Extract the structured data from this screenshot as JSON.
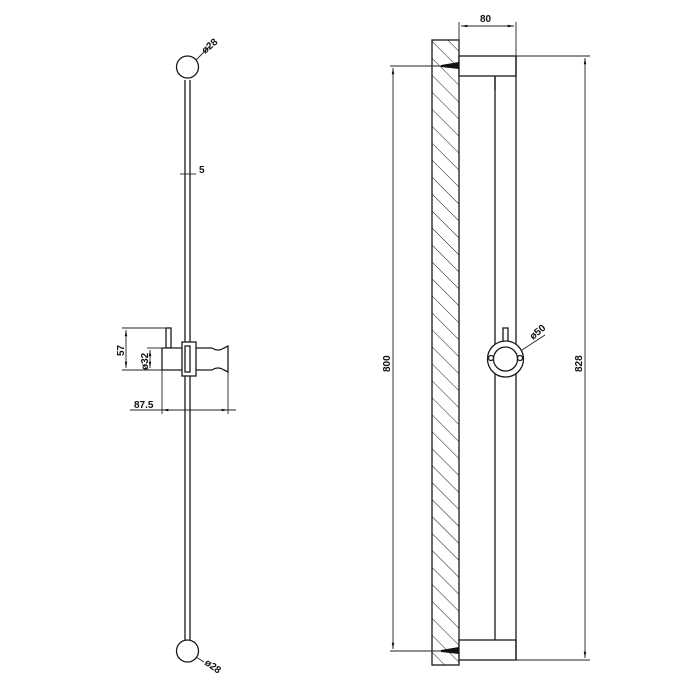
{
  "drawing": {
    "title": "Shower slide rail technical drawing",
    "views": [
      {
        "name": "front-view",
        "description": "Slide rail with end knobs and sliding handshower holder"
      },
      {
        "name": "side-view",
        "description": "Side section with wall (hatched), rail standoff and holder ring"
      }
    ]
  },
  "front_view": {
    "top_knob_dim": "ø28",
    "bottom_knob_dim": "ø28",
    "rail_dim": "5",
    "holder_height_dim": "57",
    "holder_diameter_dim": "ø32",
    "holder_depth_dim": "87.5"
  },
  "side_view": {
    "standoff_dim": "80",
    "fixing_span_dim": "800",
    "overall_length_dim": "828",
    "ring_dim": "ø50"
  }
}
